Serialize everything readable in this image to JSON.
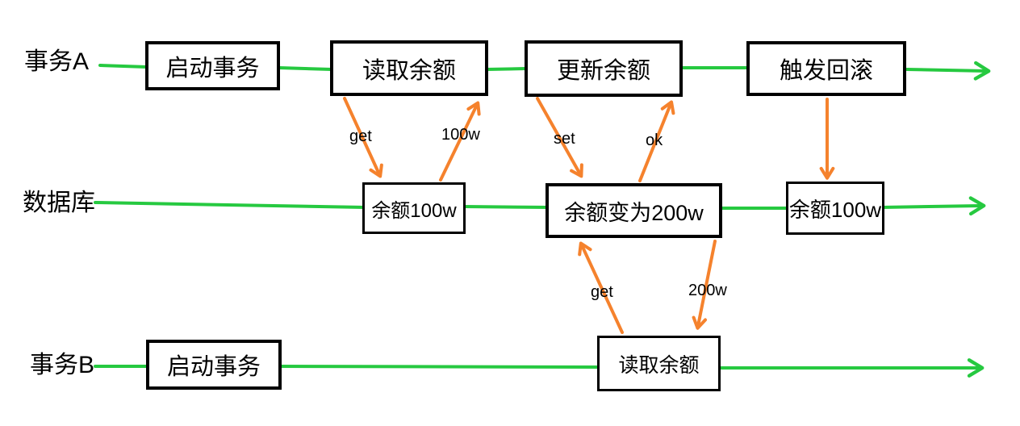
{
  "lanes": [
    {
      "label": "事务A"
    },
    {
      "label": "数据库"
    },
    {
      "label": "事务B"
    }
  ],
  "boxes": {
    "a1": "启动事务",
    "a2": "读取余额",
    "a3": "更新余额",
    "a4": "触发回滚",
    "d1": "余额100w",
    "d2": "余额变为200w",
    "d3": "余额100w",
    "b1": "启动事务",
    "b2": "读取余额"
  },
  "arrow_labels": {
    "get_a": "get",
    "ret_100w": "100w",
    "set": "set",
    "ok": "ok",
    "get_b": "get",
    "ret_200w": "200w"
  },
  "colors": {
    "timeline_green": "#26c940",
    "arrow_orange": "#f5822d",
    "box_border": "#000000",
    "text": "#000000"
  }
}
